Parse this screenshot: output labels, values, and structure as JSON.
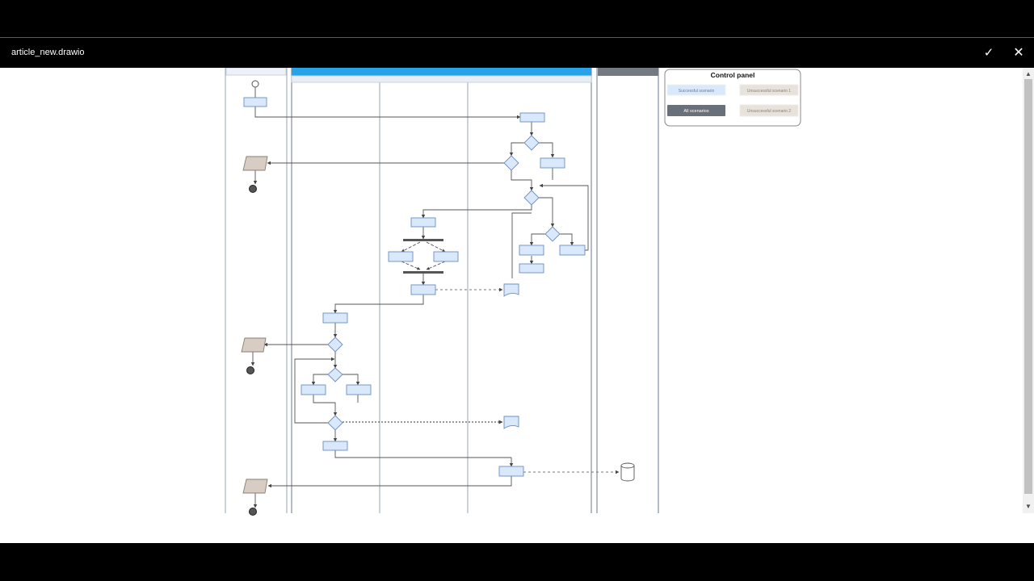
{
  "window": {
    "file_name": "article_new.drawio",
    "confirm_icon": "✓",
    "close_icon": "✕"
  },
  "control_panel": {
    "title": "Control panel",
    "buttons": {
      "successful": "Successful scenario",
      "unsuccessful_1": "Unsuccessful scenario 1",
      "all": "All scenarios",
      "unsuccessful_2": "Unsuccessful scenario 2"
    }
  },
  "colors": {
    "lane_header_accent": "#29a3e8",
    "lane_header_gray": "#737a82",
    "process_fill": "#dae8fc",
    "process_stroke": "#6c8ebf",
    "output_fill": "#d8cdc3",
    "all_scenarios_button": "#6a7079"
  }
}
